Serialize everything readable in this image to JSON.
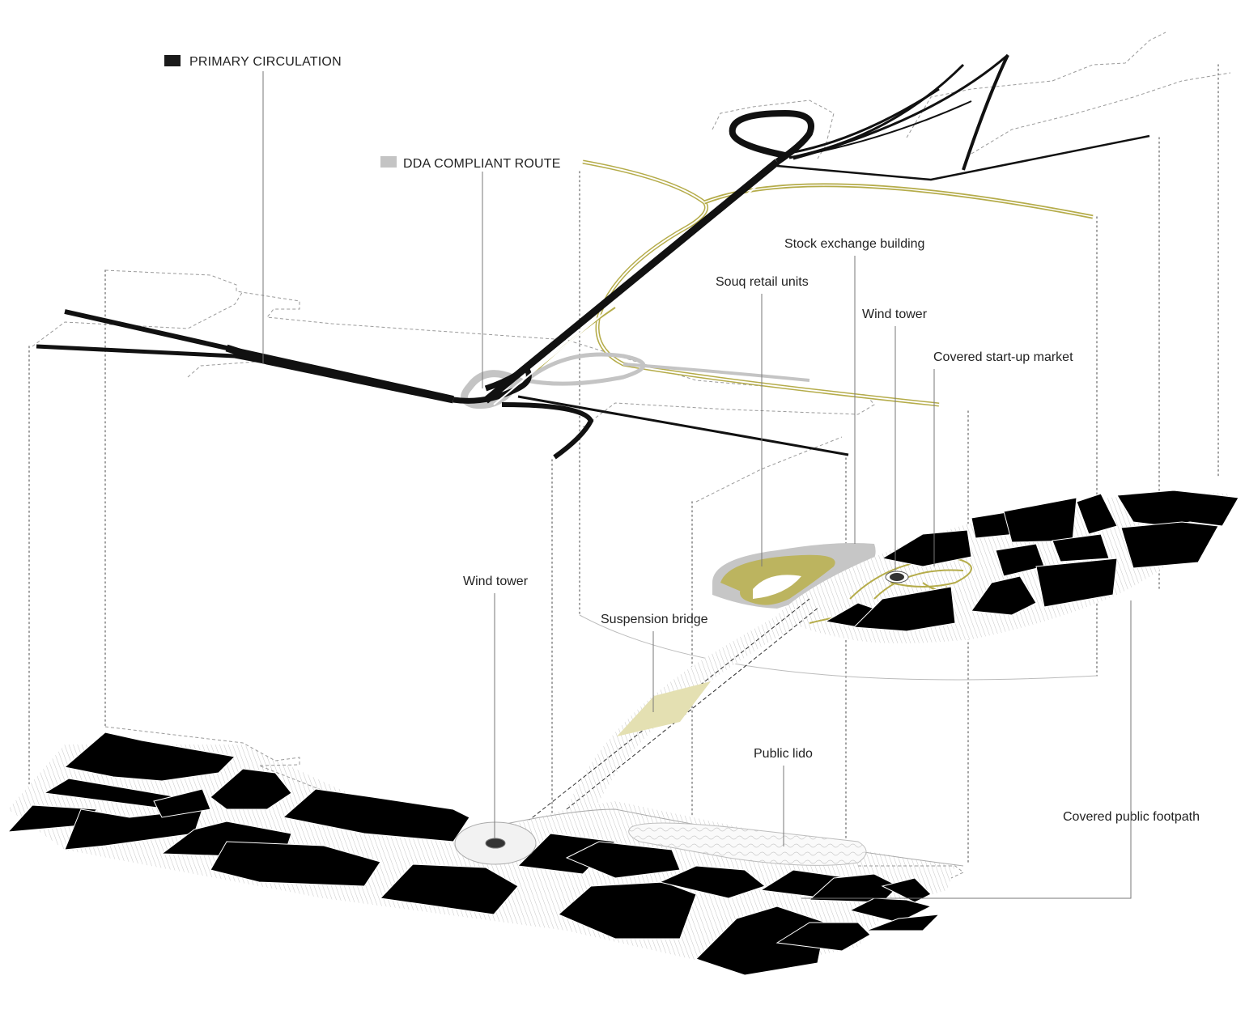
{
  "legend": {
    "primary_circulation": {
      "label": "PRIMARY CIRCULATION",
      "color": "#1a1a1a"
    },
    "dda_route": {
      "label": "DDA COMPLIANT ROUTE",
      "color": "#c4c4c4"
    }
  },
  "colors": {
    "green_route": "#b5ac4a",
    "souq_fill": "#bcb45f",
    "bridge_fill": "#e4e0b2",
    "buildings": "#000000"
  },
  "annotations": {
    "stock_exchange": "Stock exchange building",
    "souq_retail": "Souq retail units",
    "wind_tower_upper": "Wind tower",
    "startup_market": "Covered start-up market",
    "wind_tower_lower": "Wind tower",
    "suspension_bridge": "Suspension bridge",
    "public_lido": "Public lido",
    "covered_footpath": "Covered public footpath"
  }
}
